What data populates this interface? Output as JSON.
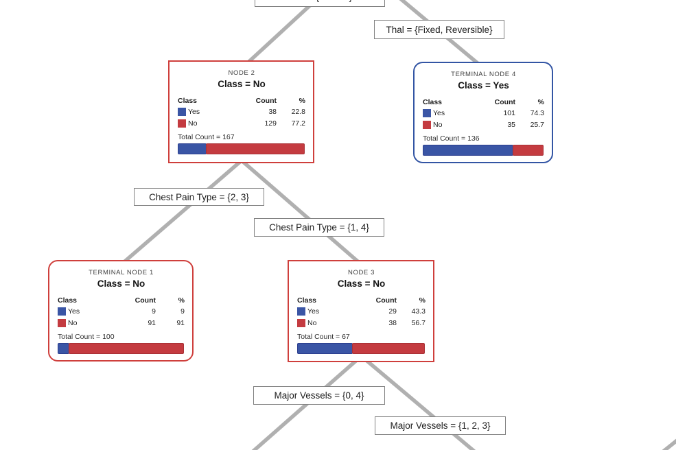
{
  "diagram": {
    "type": "decision-tree",
    "colors": {
      "class-yes": "#3a55a5",
      "class-no": "#c43b40",
      "node-border-red": "#cf3f3c",
      "node-border-blue": "#3355a4",
      "edge-gray": "#b0b0b0"
    },
    "table_headers": {
      "class": "Class",
      "count": "Count",
      "pct": "%"
    },
    "branch_labels": [
      {
        "text": "Thal = {Normal}"
      },
      {
        "text": "Thal = {Fixed, Reversible}"
      },
      {
        "text": "Chest Pain Type = {2, 3}"
      },
      {
        "text": "Chest Pain Type = {1, 4}"
      },
      {
        "text": "Major Vessels = {0, 4}"
      },
      {
        "text": "Major Vessels = {1, 2, 3}"
      }
    ],
    "nodes": [
      {
        "title": "NODE 2",
        "class_label": "Class = No",
        "rows": [
          {
            "label": "Yes",
            "count": "38",
            "pct": "22.8"
          },
          {
            "label": "No",
            "count": "129",
            "pct": "77.2"
          }
        ],
        "total": "Total Count = 167"
      },
      {
        "title": "TERMINAL NODE 4",
        "class_label": "Class = Yes",
        "rows": [
          {
            "label": "Yes",
            "count": "101",
            "pct": "74.3"
          },
          {
            "label": "No",
            "count": "35",
            "pct": "25.7"
          }
        ],
        "total": "Total Count = 136"
      },
      {
        "title": "TERMINAL NODE 1",
        "class_label": "Class = No",
        "rows": [
          {
            "label": "Yes",
            "count": "9",
            "pct": "9"
          },
          {
            "label": "No",
            "count": "91",
            "pct": "91"
          }
        ],
        "total": "Total Count = 100"
      },
      {
        "title": "NODE 3",
        "class_label": "Class = No",
        "rows": [
          {
            "label": "Yes",
            "count": "29",
            "pct": "43.3"
          },
          {
            "label": "No",
            "count": "38",
            "pct": "56.7"
          }
        ],
        "total": "Total Count = 67"
      }
    ]
  }
}
